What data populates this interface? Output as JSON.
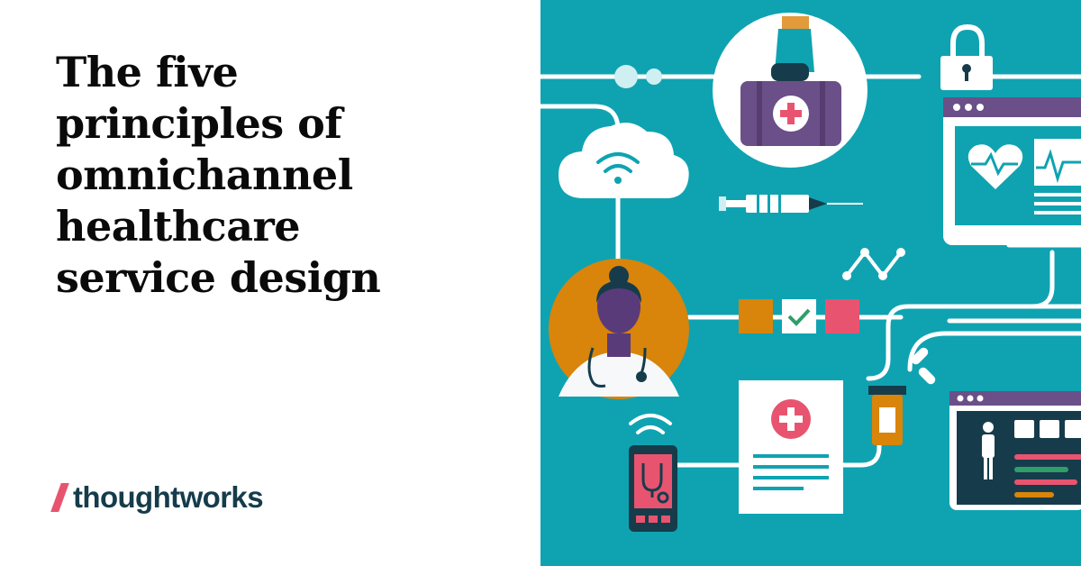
{
  "headline": {
    "lines": [
      "The five",
      "principles of",
      "omnichannel",
      "healthcare",
      "service design"
    ]
  },
  "brand": {
    "name": "thoughtworks"
  },
  "colors": {
    "background_left": "#ffffff",
    "teal": "#0fa3b1",
    "navy": "#163c4b",
    "pink": "#e8546f",
    "orange": "#d9840a",
    "purple": "#6b4f88"
  },
  "illustration": {
    "icons": [
      "cloud-wifi-icon",
      "medical-bag-icon",
      "lock-icon",
      "syringe-icon",
      "heart-monitor-icon",
      "doctor-avatar-icon",
      "checklist-icon",
      "pulse-line-icon",
      "pill-bottle-icon",
      "pills-icon",
      "prescription-icon",
      "phone-stethoscope-icon",
      "patient-chart-icon"
    ]
  }
}
